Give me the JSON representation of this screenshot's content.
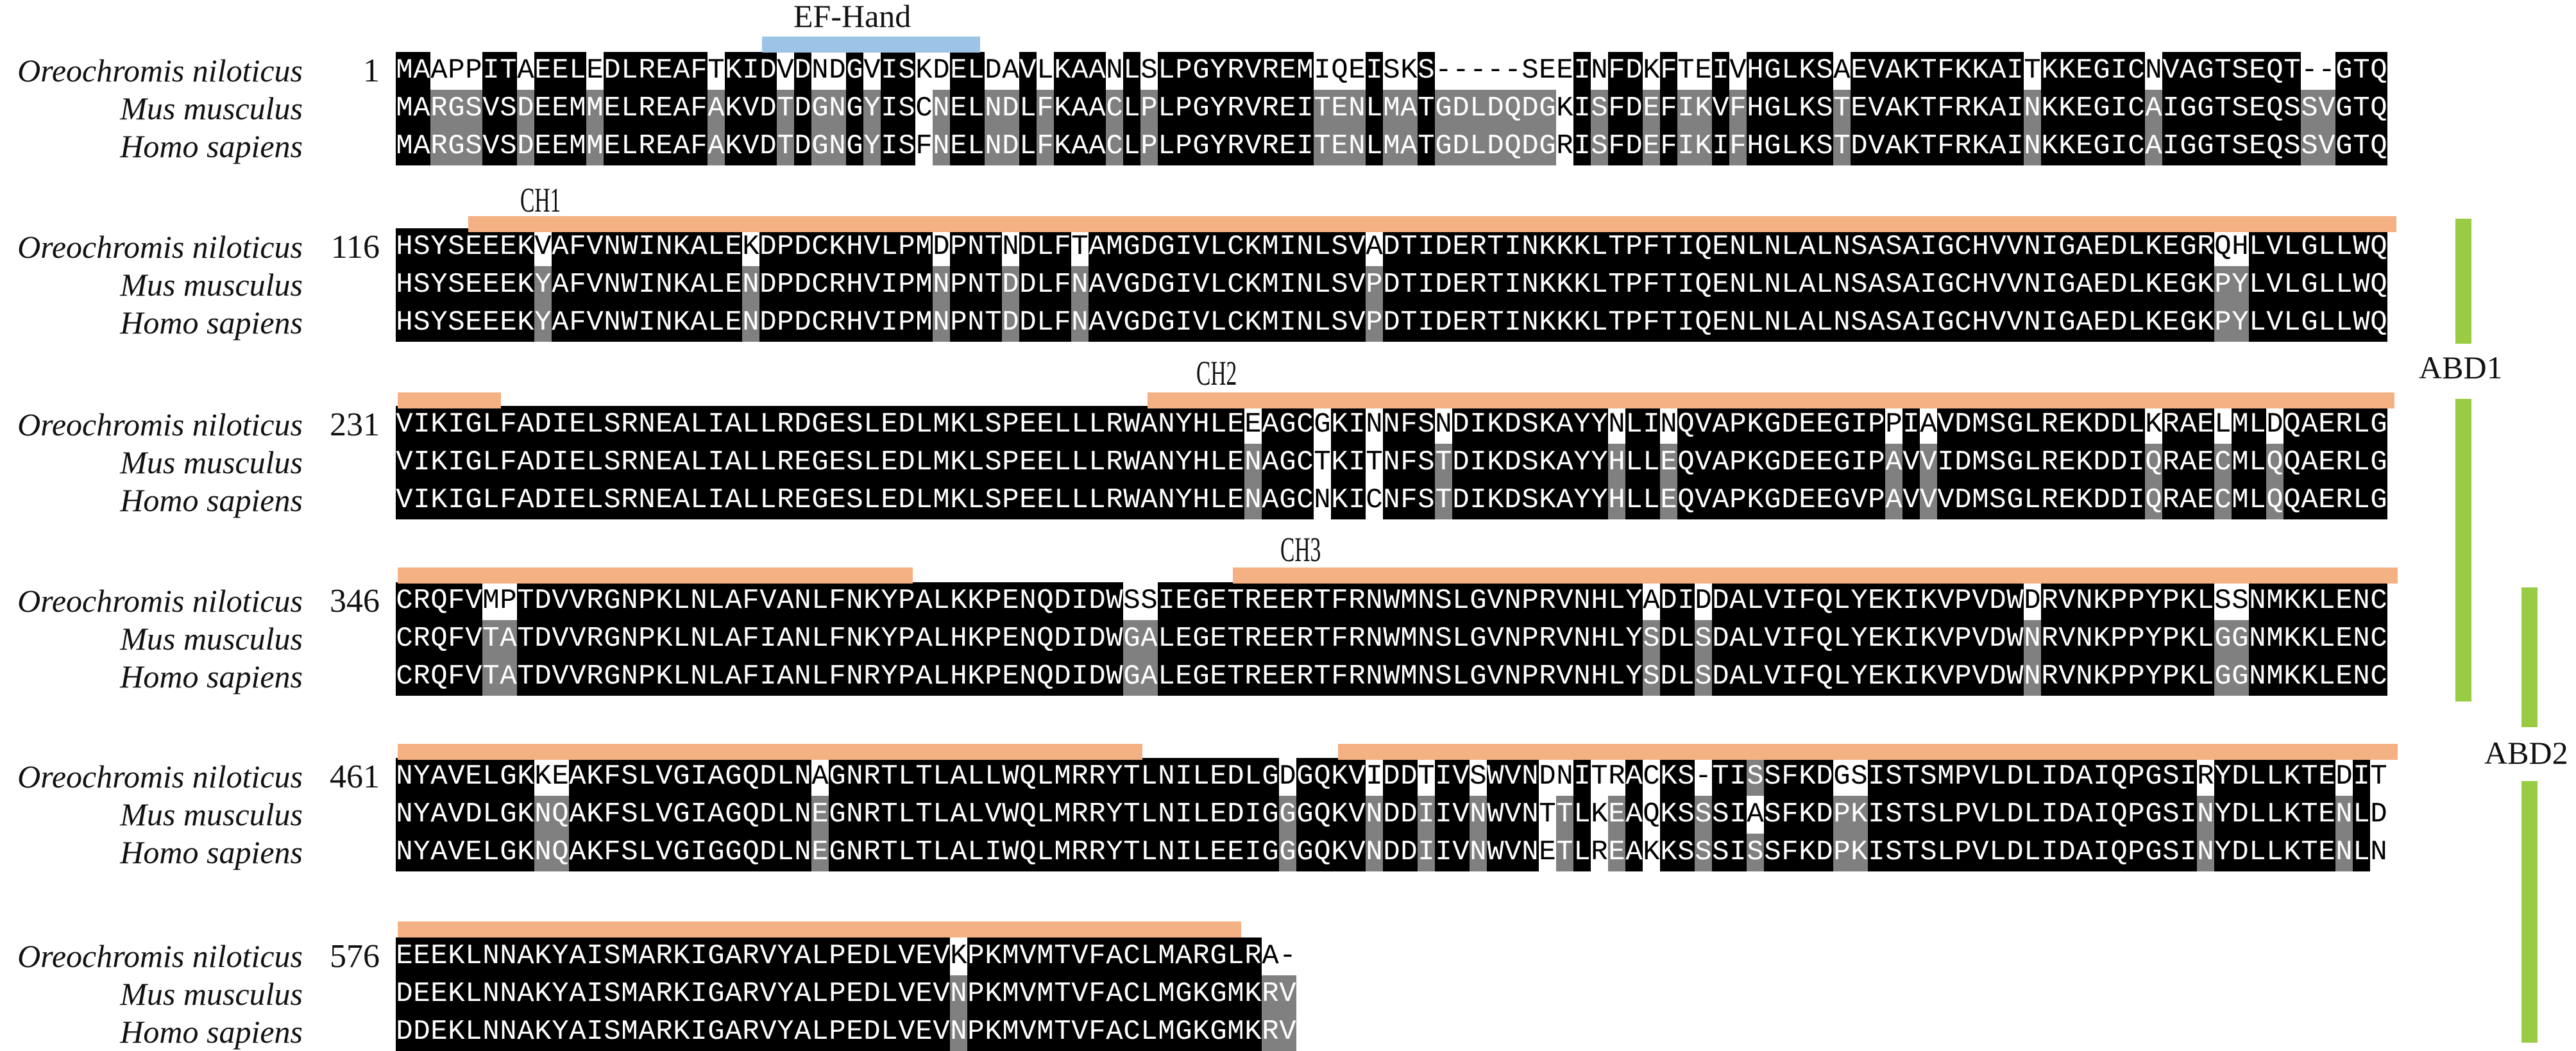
{
  "species": [
    "Oreochromis niloticus",
    "Mus musculus",
    "Homo sapiens"
  ],
  "colors": {
    "identical": "#000000",
    "similar": "#808080",
    "ef_hand": "#9dc3e6",
    "ch_domain": "#f4b183",
    "abd": "#99cc44"
  },
  "annotations": {
    "ef_hand": "EF-Hand",
    "ch1": "CH1",
    "ch2": "CH2",
    "ch3": "CH3",
    "abd1": "ABD1",
    "abd2": "ABD2"
  },
  "blocks": [
    {
      "start": "1",
      "seqs": [
        "MAAPPITAEELEDLREAFTKIDVDNDGVISKDELDAVLKAANLSLPGYRVREMIQEISKS-----SEEINFDKFTEIVHGLKSAEVAKTFKKAITKKEGICNVAGTSEQT--GTQ",
        "MARGSVSDEEMMELREAFAKVDTDGNGYISCNELNDLFKAACLPLPGYRVREITENLMATGDLDQDGKISFDEFIKVFHGLKSTEVAKTFRKAINKKEGICAIGGTSEQSSVGTQ",
        "MARGSVSDEEMMELREAFAKVDTDGNGYISFNELNDLFKAACLPLPGYRVREITENLMATGDLDQDGRISFDEFIKIFHGLKSTDVAKTFRKAINKKEGICAIGGTSEQSSVGTQ"
      ]
    },
    {
      "start": "116",
      "seqs": [
        "HSYSEEEKVAFVNWINKALEKDPDCKHVLPMDPNTNDLFTAMGDGIVLCKMINLSVADTIDERTINKKKLTPFTIQENLNLALNSASAIGCHVVNIGAEDLKEGRQHLVLGLLWQ",
        "HSYSEEEKYAFVNWINKALENDPDCRHVIPMNPNTDDLFNAVGDGIVLCKMINLSVPDTIDERTINKKKLTPFTIQENLNLALNSASAIGCHVVNIGAEDLKEGKPYLVLGLLWQ",
        "HSYSEEEKYAFVNWINKALENDPDCRHVIPMNPNTDDLFNAVGDGIVLCKMINLSVPDTIDERTINKKKLTPFTIQENLNLALNSASAIGCHVVNIGAEDLKEGKPYLVLGLLWQ"
      ]
    },
    {
      "start": "231",
      "seqs": [
        "VIKIGLFADIELSRNEALIALLRDGESLEDLMKLSPEELLLRWANYHLEEAGCGKINNFSNDIKDSKAYYNLINQVAPKGDEEGIPPIAVDMSGLREKDDLKRAELMLDQAERLG",
        "VIKIGLFADIELSRNEALIALLREGESLEDLMKLSPEELLLRWANYHLENAGCTKITNFSTDIKDSKAYYHLLEQVAPKGDEEGIPAVVIDMSGLREKDDIQRAECMLQQAERLG",
        "VIKIGLFADIELSRNEALIALLREGESLEDLMKLSPEELLLRWANYHLENAGCNKICNFSTDIKDSKAYYHLLEQVAPKGDEEGVPAVVVDMSGLREKDDIQRAECMLQQAERLG"
      ]
    },
    {
      "start": "346",
      "seqs": [
        "CRQFVMPTDVVRGNPKLNLAFVANLFNKYPALKKPENQDIDWSSIEGETREERTFRNWMNSLGVNPRVNHLYADIDDALVIFQLYEKIKVPVDWDRVNKPPYPKLSSNMKKLENC",
        "CRQFVTATDVVRGNPKLNLAFIANLFNKYPALHKPENQDIDWGALEGETREERTFRNWMNSLGVNPRVNHLYSDLSDALVIFQLYEKIKVPVDWNRVNKPPYPKLGGNMKKLENC",
        "CRQFVTATDVVRGNPKLNLAFIANLFNRYPALHKPENQDIDWGALEGETREERTFRNWMNSLGVNPRVNHLYSDLSDALVIFQLYEKIKVPVDWNRVNKPPYPKLGGNMKKLENC"
      ]
    },
    {
      "start": "461",
      "seqs": [
        "NYAVELGKKEAKFSLVGIAGQDLNAGNRTLTLALLWQLMRRYTLNILEDLGDGQKVIDDTIVSWVNDNITRACKS-TISSFKDGSISTSMPVLDLIDAIQPGSIRYDLLKTEDIT",
        "NYAVDLGKNQAKFSLVGIAGQDLNEGNRTLTLALVWQLMRRYTLNILEDIGGGQKVNDDIIVNWVNTTLKEAQKSSSIASFKDPKISTSLPVLDLIDAIQPGSINYDLLKTENLD",
        "NYAVELGKNQAKFSLVGIGGQDLNEGNRTLTLALIWQLMRRYTLNILEEIGGGQKVNDDIIVNWVNETLREAKKSSSISSFKDPKISTSLPVLDLIDAIQPGSINYDLLKTENLN"
      ]
    },
    {
      "start": "576",
      "seqs": [
        "EEEKLNNAKYAISMARKIGARVYALPEDLVEVKPKMVMTVFACLMARGLRA-",
        "DEEKLNNAKYAISMARKIGARVYALPEDLVEVNPKMVMTVFACLMGKGMKRV",
        "DDEKLNNAKYAISMARKIGARVYALPEDLVEVNPKMVMTVFACLMGKGMKRV"
      ]
    }
  ]
}
